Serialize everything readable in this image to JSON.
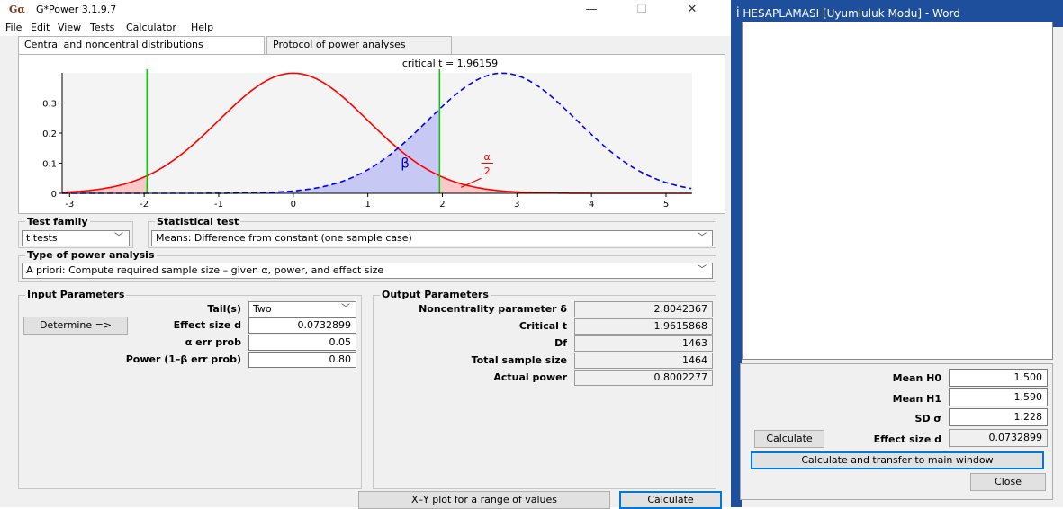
{
  "window": {
    "title": "G*Power 3.1.9.7",
    "icon_text": "Gα",
    "controls": {
      "minimize": "—",
      "maximize": "☐",
      "close": "✕"
    }
  },
  "menu": [
    "File",
    "Edit",
    "View",
    "Tests",
    "Calculator",
    "Help"
  ],
  "tabs": [
    "Central and noncentral distributions",
    "Protocol of power analyses"
  ],
  "chart_data": {
    "type": "line",
    "title": "critical t = 1.96159",
    "x_ticks": [
      "-3",
      "-2",
      "-1",
      "0",
      "1",
      "2",
      "3",
      "4",
      "5"
    ],
    "y_ticks": [
      "0",
      "0.1",
      "0.2",
      "0.3"
    ],
    "xlim": [
      -3.1,
      5.35
    ],
    "ylim": [
      0,
      0.4
    ],
    "series": [
      {
        "dist": "central",
        "mean": 0,
        "color": "#ff0000",
        "style": "solid"
      },
      {
        "dist": "noncentral",
        "mean": 2.8042367,
        "color": "#0000ff",
        "style": "dashed"
      }
    ],
    "critical_lines": [
      -1.96159,
      1.96159
    ],
    "critical_color": "#00cc00",
    "beta_label": "β",
    "alpha_label_num": "α",
    "alpha_label_den": "2",
    "beta_fill": "#c8c8f4",
    "alpha_fill": "#f9c8c8"
  },
  "test_family": {
    "label": "Test family",
    "value": "t tests"
  },
  "statistical_test": {
    "label": "Statistical test",
    "value": "Means: Difference from constant (one sample case)"
  },
  "power_analysis": {
    "label": "Type of power analysis",
    "value": "A priori: Compute required sample size – given α, power, and effect size"
  },
  "input": {
    "label": "Input Parameters",
    "determine_label": "Determine =>",
    "tails_label": "Tail(s)",
    "tails_value": "Two",
    "effect_label": "Effect size d",
    "effect_value": "0.0732899",
    "alpha_label": "α err prob",
    "alpha_value": "0.05",
    "power_label": "Power (1–β err prob)",
    "power_value": "0.80"
  },
  "output": {
    "label": "Output Parameters",
    "rows": [
      {
        "label": "Noncentrality parameter δ",
        "value": "2.8042367"
      },
      {
        "label": "Critical t",
        "value": "1.9615868"
      },
      {
        "label": "Df",
        "value": "1463"
      },
      {
        "label": "Total sample size",
        "value": "1464"
      },
      {
        "label": "Actual power",
        "value": "0.8002277"
      }
    ]
  },
  "buttons": {
    "xy_plot": "X–Y plot for a range of values",
    "calculate": "Calculate"
  },
  "side": {
    "title": "İ HESAPLAMASI [Uyumluluk Modu] - Word",
    "mean_h0_label": "Mean H0",
    "mean_h0_value": "1.500",
    "mean_h1_label": "Mean H1",
    "mean_h1_value": "1.590",
    "sd_label": "SD σ",
    "sd_value": "1.228",
    "calculate_label": "Calculate",
    "effect_label": "Effect size d",
    "effect_value": "0.0732899",
    "transfer_label": "Calculate and transfer to main window",
    "close_label": "Close"
  }
}
